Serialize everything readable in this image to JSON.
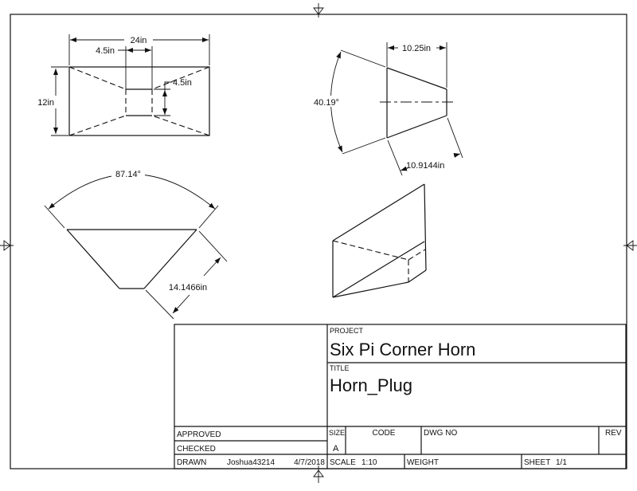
{
  "views": {
    "front": {
      "width_dim": "24in",
      "inner_width_dim": "4.5in",
      "height_dim": "12in",
      "inner_height_dim": "4.5in"
    },
    "side": {
      "length_dim": "10.25in",
      "angle_dim": "40.19°",
      "slant_dim": "10.9144in"
    },
    "top": {
      "angle_dim": "87.14°",
      "slant_dim": "14.1466in"
    }
  },
  "title_block": {
    "project_label": "PROJECT",
    "project": "Six Pi Corner Horn",
    "title_label": "TITLE",
    "title": "Horn_Plug",
    "approved_label": "APPROVED",
    "checked_label": "CHECKED",
    "drawn_label": "DRAWN",
    "drawn_by": "Joshua43214",
    "drawn_date": "4/7/2018",
    "size_label": "SIZE",
    "size": "A",
    "code_label": "CODE",
    "dwg_no_label": "DWG NO",
    "rev_label": "REV",
    "scale_label": "SCALE",
    "scale": "1:10",
    "weight_label": "WEIGHT",
    "sheet_label": "SHEET",
    "sheet": "1/1"
  }
}
